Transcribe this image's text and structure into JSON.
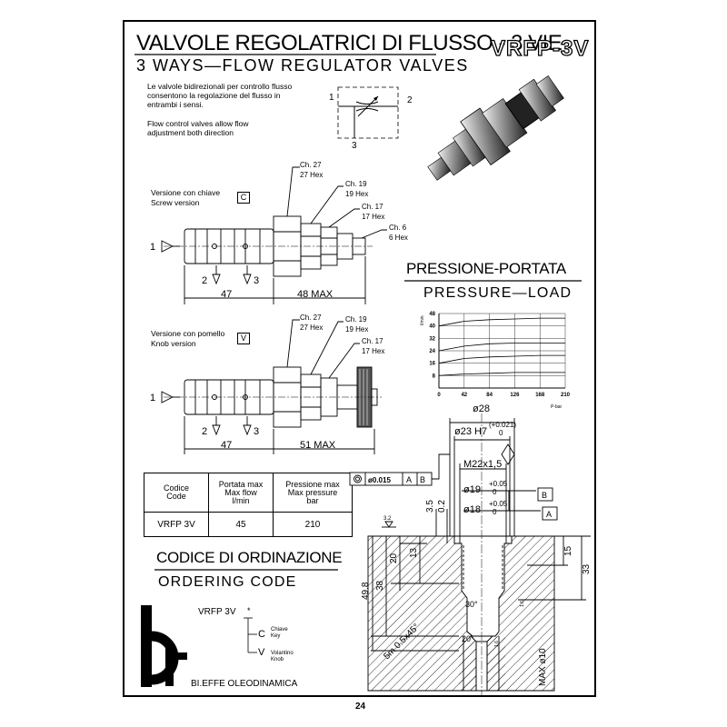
{
  "header": {
    "title_it": "VALVOLE REGOLATRICI DI FLUSSO - 3 VIE",
    "title_en": "3 WAYS—FLOW REGULATOR VALVES",
    "code": "VRFP-3V"
  },
  "description": {
    "it": "Le valvole bidirezionali per controllo flusso consentono la regolazione del flusso in entrambi i sensi.",
    "en": "Flow control valves allow flow adjustment both direction"
  },
  "symbol": {
    "port1": "1",
    "port2": "2",
    "port3": "3"
  },
  "screw_version": {
    "label_it": "Versione con chiave",
    "label_en": "Screw version",
    "code": "C",
    "ch27": "Ch. 27",
    "hex27": "27 Hex",
    "ch19": "Ch. 19",
    "hex19": "19 Hex",
    "ch17": "Ch. 17",
    "hex17": "17 Hex",
    "ch6": "Ch. 6",
    "hex6": "6 Hex",
    "port1": "1",
    "port2": "2",
    "port3": "3",
    "dim_left": "47",
    "dim_right": "48 MAX"
  },
  "knob_version": {
    "label_it": "Versione con pomello",
    "label_en": "Knob version",
    "code": "V",
    "ch27": "Ch. 27",
    "hex27": "27 Hex",
    "ch19": "Ch. 19",
    "hex19": "19 Hex",
    "ch17": "Ch. 17",
    "hex17": "17 Hex",
    "port1": "1",
    "port2": "2",
    "port3": "3",
    "dim_left": "47",
    "dim_right": "51 MAX"
  },
  "chart_titles": {
    "it": "PRESSIONE-PORTATA",
    "en": "PRESSURE—LOAD"
  },
  "chart_data": {
    "type": "line",
    "ylabel": "l/min",
    "xlabel": "P-bar",
    "x_ticks": [
      0,
      42,
      84,
      126,
      168,
      210
    ],
    "y_ticks": [
      8,
      16,
      24,
      32,
      40,
      48
    ],
    "xlim": [
      0,
      210
    ],
    "ylim": [
      0,
      48
    ],
    "grid": true,
    "series": [
      {
        "x": [
          0,
          42,
          84,
          126,
          168,
          210
        ],
        "values": [
          8,
          9,
          9.5,
          10,
          10,
          10
        ]
      },
      {
        "x": [
          0,
          42,
          84,
          126,
          168,
          210
        ],
        "values": [
          16,
          19,
          20,
          20.5,
          21,
          21
        ]
      },
      {
        "x": [
          0,
          42,
          84,
          126,
          168,
          210
        ],
        "values": [
          24,
          27,
          28.5,
          29,
          29,
          29
        ]
      },
      {
        "x": [
          0,
          42,
          84,
          126,
          168,
          210
        ],
        "values": [
          40,
          43,
          44,
          44.5,
          45,
          45
        ]
      }
    ]
  },
  "spec_table": {
    "headers": [
      [
        "Codice",
        "Code"
      ],
      [
        "Portata max",
        "Max flow",
        "l/min"
      ],
      [
        "Pressione max",
        "Max pressure",
        "bar"
      ]
    ],
    "row": [
      "VRFP 3V",
      "45",
      "210"
    ]
  },
  "ordering": {
    "title_it": "CODICE DI ORDINAZIONE",
    "title_en": "ORDERING CODE",
    "model": "VRFP 3V",
    "marker": "*",
    "opt_c_code": "C",
    "opt_c_it": "Chiave",
    "opt_c_en": "Key",
    "opt_v_code": "V",
    "opt_v_it": "Volantino",
    "opt_v_en": "Knob"
  },
  "cavity": {
    "d28": "ø28",
    "d23": "ø23 H7",
    "tol_top": "(+0.021)",
    "tol_bot": "0",
    "tol_zero": "0",
    "thread": "M22x1,5",
    "gdt_val": "ø0.015",
    "gdt_a": "A",
    "gdt_b": "B",
    "d19": "ø19",
    "d18": "ø18",
    "tol_p05": "+0.05",
    "ref_a": "A",
    "ref_b": "B",
    "v3_5": "3.5",
    "v0_2": "0.2",
    "rough": "3.2",
    "v20": "20",
    "v13": "13",
    "v15": "15",
    "v33": "33",
    "v38": "38",
    "v49_8": "49.8",
    "ang30": "30°",
    "chamfer": "5m 0.5x45°",
    "ang20": "20°",
    "dmax10": "MAX ø10",
    "r16": "1.6"
  },
  "brand": "BI.EFFE OLEODINAMICA",
  "page_number": "24"
}
